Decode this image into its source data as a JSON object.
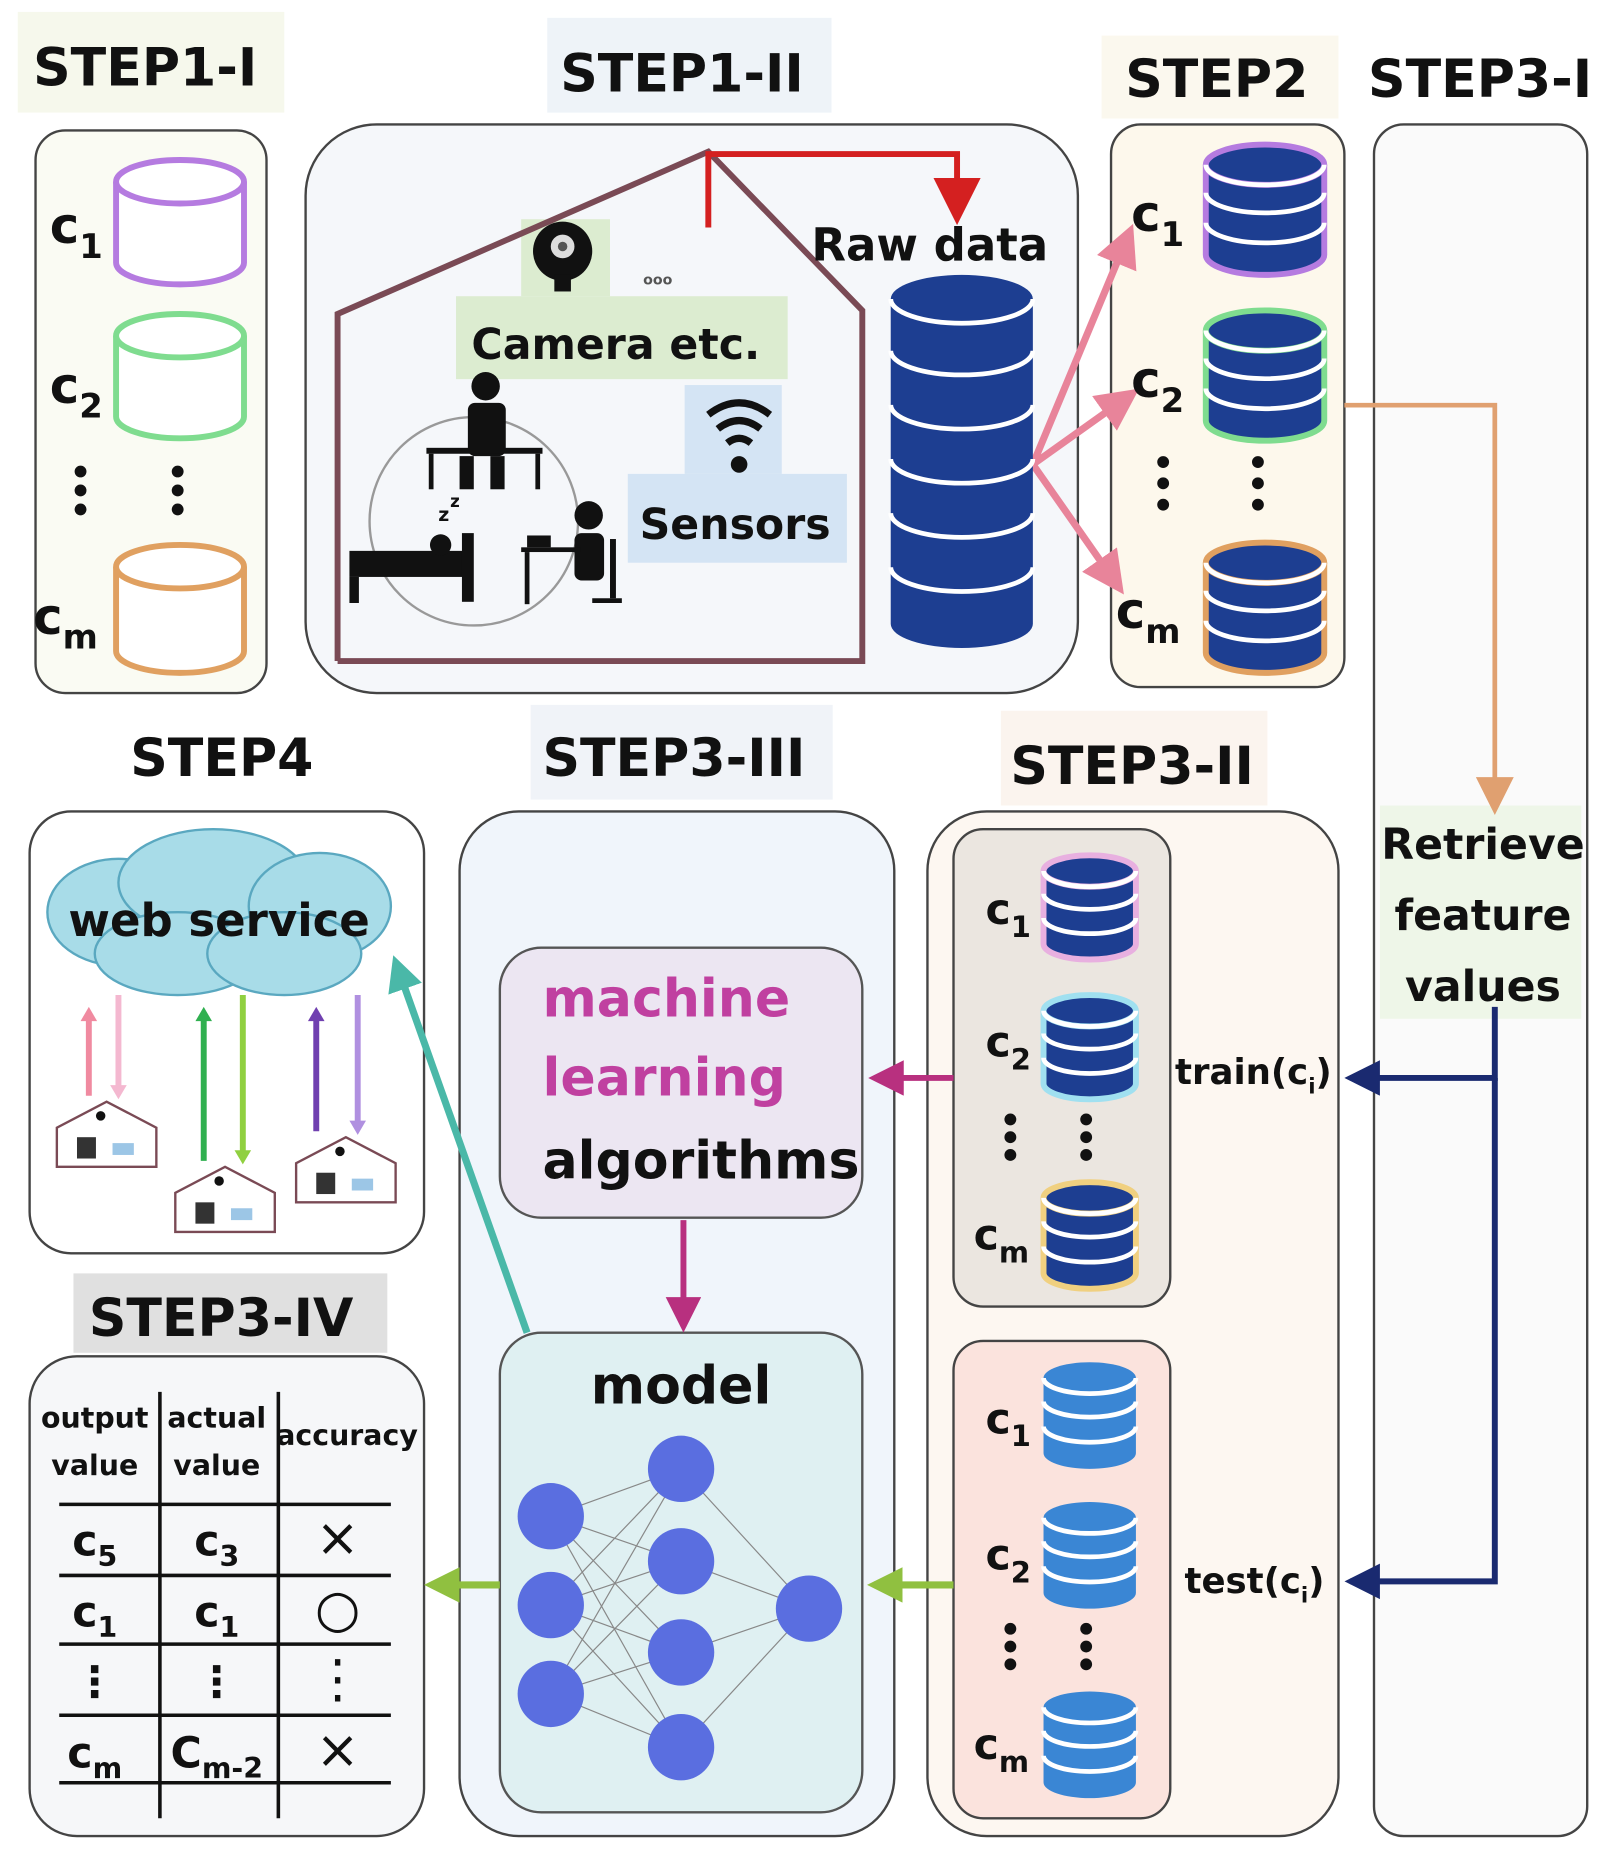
{
  "steps": {
    "step1_i": "STEP1-I",
    "step1_ii": "STEP1-II",
    "step2": "STEP2",
    "step3_i": "STEP3-I",
    "step4": "STEP4",
    "step3_iii": "STEP3-III",
    "step3_ii": "STEP3-II",
    "step3_iv": "STEP3-IV"
  },
  "class_labels": {
    "base": "c",
    "sub1": "1",
    "sub2": "2",
    "subm": "m"
  },
  "house": {
    "camera": "Camera  etc.",
    "ellipsis": "ooo",
    "sensors": "Sensors",
    "raw_data": "Raw data"
  },
  "retrieve": {
    "line1": "Retrieve",
    "line2": "feature",
    "line3": "values"
  },
  "train": {
    "base": "train(c",
    "sub": "i",
    "close": ")"
  },
  "test": {
    "base": "test(c",
    "sub": "i",
    "close": ")"
  },
  "web_service": "web service",
  "ml": {
    "line1": "machine",
    "line2": "learning",
    "line3": "algorithms"
  },
  "model": "model",
  "table": {
    "headers": [
      [
        "output",
        "value"
      ],
      [
        "actual",
        "value"
      ],
      [
        "accuracy"
      ]
    ],
    "rows": [
      [
        {
          "b": "c",
          "s": "5"
        },
        {
          "b": "c",
          "s": "3"
        },
        "×"
      ],
      [
        {
          "b": "c",
          "s": "1"
        },
        {
          "b": "c",
          "s": "1"
        },
        "○"
      ],
      [
        {
          "b": "⋮",
          "s": ""
        },
        {
          "b": "⋮",
          "s": ""
        },
        "⋮"
      ],
      [
        {
          "b": "c",
          "s": "m"
        },
        {
          "b": "C",
          "s": "m-2"
        },
        "×"
      ]
    ]
  },
  "colors": {
    "purple": "#b57be0",
    "green": "#7fdc8f",
    "orange": "#e0a060",
    "db_blue": "#1d3e91",
    "db_light": "#3a86d4",
    "pink_arrow": "#e8849a",
    "red_arrow": "#d42020",
    "navy_arrow": "#1a2a70",
    "magenta": "#b8307f",
    "lime_arrow": "#90c040",
    "teal_arrow": "#4ab8a8",
    "node": "#5a6ee0"
  }
}
